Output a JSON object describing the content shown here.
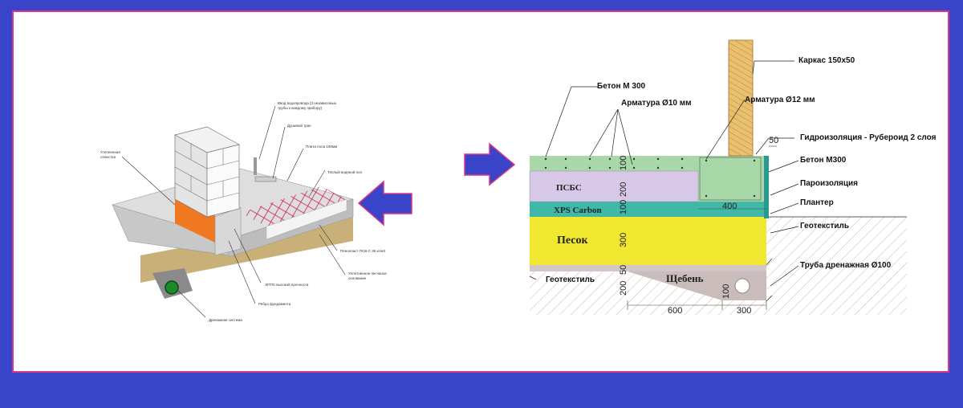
{
  "colors": {
    "background": "#3a44c8",
    "panel_border": "#d7378a",
    "arrow_fill": "#3a44c8",
    "arrow_stroke": "#d7378a",
    "concrete": "#a8d8a8",
    "psbs": "#d8c8e8",
    "xps": "#40b8a8",
    "sand": "#f0e830",
    "gravel": "#c8b8b8",
    "soil_hatch": "#c8b8a8",
    "timber": "#e8c070",
    "orange_insulation": "#f07820"
  },
  "left_diagram": {
    "labels": [
      "Утепленная\nотмостка",
      "Ввод водопровода (3 независлмых\nтрубы к каждому прибору)",
      "Душевой трап",
      "Плита пола 100мм",
      "Теплый водяной пол",
      "Пенопласт ПСБ-С 35 кг/м3",
      "Уплотненное песчаное\nоснование",
      "ЭППС высокой прочности",
      "Ребро фундамента",
      "Дренажная система"
    ]
  },
  "right_diagram": {
    "labels": {
      "frame": "Каркас 150х50",
      "concrete_m300_top": "Бетон М 300",
      "rebar10": "Арматура Ø10 мм",
      "rebar12": "Арматура Ø12 мм",
      "waterproofing": "Гидроизоляция - Рубероид 2 слоя",
      "concrete_m300": "Бетон М300",
      "vapor_barrier": "Пароизоляция",
      "planter": "Плантер",
      "geotextile_right": "Геотекстиль",
      "drain_pipe": "Труба дренажная Ø100",
      "geotextile_left": "Геотекстиль"
    },
    "layers": {
      "psbs": "ПСБС",
      "xps": "XPS Carbon",
      "sand": "Песок",
      "gravel": "Щебень"
    },
    "dimensions": [
      "100",
      "200",
      "100",
      "300",
      "50",
      "200",
      "100",
      "600",
      "300",
      "400",
      "50"
    ]
  }
}
